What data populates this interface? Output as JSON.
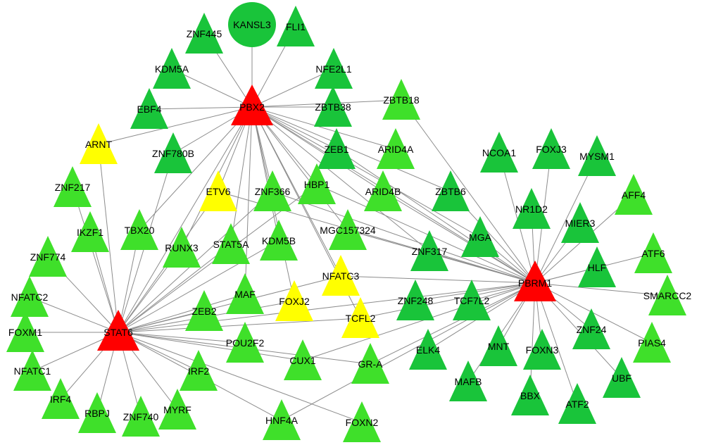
{
  "colors": {
    "hub": "#ff0000",
    "highlight": "#ffff00",
    "dark_green": "#19c43a",
    "light_green": "#3fe02a",
    "edge": "#8c8c8c"
  },
  "hubs": [
    "PBX2",
    "STAT6",
    "PBRM1"
  ],
  "nodes": [
    {
      "id": "PBX2",
      "kind": "hub"
    },
    {
      "id": "STAT6",
      "kind": "hub"
    },
    {
      "id": "PBRM1",
      "kind": "hub"
    },
    {
      "id": "KANSL3",
      "kind": "dark_green",
      "shape": "circle"
    },
    {
      "id": "FLI1",
      "kind": "dark_green"
    },
    {
      "id": "ZNF445",
      "kind": "dark_green"
    },
    {
      "id": "KDM5A",
      "kind": "dark_green"
    },
    {
      "id": "NFE2L1",
      "kind": "dark_green"
    },
    {
      "id": "EBF4",
      "kind": "dark_green"
    },
    {
      "id": "ZBTB38",
      "kind": "dark_green"
    },
    {
      "id": "ZBTB18",
      "kind": "light_green"
    },
    {
      "id": "ARNT",
      "kind": "highlight"
    },
    {
      "id": "ZNF780B",
      "kind": "dark_green"
    },
    {
      "id": "ZEB1",
      "kind": "dark_green"
    },
    {
      "id": "ARID4A",
      "kind": "light_green"
    },
    {
      "id": "ZNF217",
      "kind": "light_green"
    },
    {
      "id": "ETV6",
      "kind": "highlight"
    },
    {
      "id": "ZNF366",
      "kind": "light_green"
    },
    {
      "id": "HBP1",
      "kind": "light_green"
    },
    {
      "id": "ARID4B",
      "kind": "light_green"
    },
    {
      "id": "ZBTB6",
      "kind": "dark_green"
    },
    {
      "id": "IKZF1",
      "kind": "light_green"
    },
    {
      "id": "TBX20",
      "kind": "light_green"
    },
    {
      "id": "MGC157324",
      "kind": "light_green"
    },
    {
      "id": "MGA",
      "kind": "dark_green"
    },
    {
      "id": "ZNF774",
      "kind": "light_green"
    },
    {
      "id": "RUNX3",
      "kind": "light_green"
    },
    {
      "id": "STAT5A",
      "kind": "light_green"
    },
    {
      "id": "KDM5B",
      "kind": "light_green"
    },
    {
      "id": "ZNF317",
      "kind": "dark_green"
    },
    {
      "id": "NFATC3",
      "kind": "highlight"
    },
    {
      "id": "NFATC2",
      "kind": "light_green"
    },
    {
      "id": "MAF",
      "kind": "light_green"
    },
    {
      "id": "FOXJ2",
      "kind": "highlight"
    },
    {
      "id": "ZEB2",
      "kind": "light_green"
    },
    {
      "id": "TCFL2",
      "kind": "highlight"
    },
    {
      "id": "ZNF248",
      "kind": "dark_green"
    },
    {
      "id": "TCF7L2",
      "kind": "dark_green"
    },
    {
      "id": "FOXM1",
      "kind": "light_green"
    },
    {
      "id": "POU2F2",
      "kind": "light_green"
    },
    {
      "id": "CUX1",
      "kind": "light_green"
    },
    {
      "id": "GR-A",
      "kind": "light_green"
    },
    {
      "id": "ELK4",
      "kind": "dark_green"
    },
    {
      "id": "NFATC1",
      "kind": "light_green"
    },
    {
      "id": "IRF2",
      "kind": "light_green"
    },
    {
      "id": "IRF4",
      "kind": "light_green"
    },
    {
      "id": "RBPJ",
      "kind": "light_green"
    },
    {
      "id": "ZNF740",
      "kind": "light_green"
    },
    {
      "id": "MYRF",
      "kind": "light_green"
    },
    {
      "id": "HNF4A",
      "kind": "light_green"
    },
    {
      "id": "FOXN2",
      "kind": "light_green"
    },
    {
      "id": "NCOA1",
      "kind": "dark_green"
    },
    {
      "id": "FOXJ3",
      "kind": "dark_green"
    },
    {
      "id": "MYSM1",
      "kind": "dark_green"
    },
    {
      "id": "NR1D2",
      "kind": "dark_green"
    },
    {
      "id": "AFF4",
      "kind": "light_green"
    },
    {
      "id": "MIER3",
      "kind": "dark_green"
    },
    {
      "id": "ATF6",
      "kind": "light_green"
    },
    {
      "id": "HLF",
      "kind": "dark_green"
    },
    {
      "id": "SMARCC2",
      "kind": "light_green"
    },
    {
      "id": "ZNF24",
      "kind": "dark_green"
    },
    {
      "id": "PIAS4",
      "kind": "light_green"
    },
    {
      "id": "MNT",
      "kind": "dark_green"
    },
    {
      "id": "FOXN3",
      "kind": "dark_green"
    },
    {
      "id": "MAFB",
      "kind": "dark_green"
    },
    {
      "id": "BBX",
      "kind": "dark_green"
    },
    {
      "id": "ATF2",
      "kind": "dark_green"
    },
    {
      "id": "UBF",
      "kind": "dark_green"
    }
  ],
  "edges": [
    [
      "PBX2",
      "KANSL3"
    ],
    [
      "PBX2",
      "FLI1"
    ],
    [
      "PBX2",
      "ZNF445"
    ],
    [
      "PBX2",
      "KDM5A"
    ],
    [
      "PBX2",
      "NFE2L1"
    ],
    [
      "PBX2",
      "EBF4"
    ],
    [
      "PBX2",
      "ZBTB38"
    ],
    [
      "PBX2",
      "ZBTB18"
    ],
    [
      "PBX2",
      "ARNT"
    ],
    [
      "PBX2",
      "ZNF780B"
    ],
    [
      "PBX2",
      "ZEB1"
    ],
    [
      "PBX2",
      "ARID4A"
    ],
    [
      "PBX2",
      "ETV6"
    ],
    [
      "PBX2",
      "ZNF366"
    ],
    [
      "PBX2",
      "HBP1"
    ],
    [
      "PBX2",
      "ARID4B"
    ],
    [
      "PBX2",
      "ZBTB6"
    ],
    [
      "PBX2",
      "MGC157324"
    ],
    [
      "PBX2",
      "MGA"
    ],
    [
      "PBX2",
      "ZNF317"
    ],
    [
      "PBX2",
      "NFATC3"
    ],
    [
      "PBX2",
      "KDM5B"
    ],
    [
      "PBX2",
      "STAT5A"
    ],
    [
      "PBX2",
      "RUNX3"
    ],
    [
      "PBX2",
      "TBX20"
    ],
    [
      "PBX2",
      "STAT6"
    ],
    [
      "PBX2",
      "PBRM1"
    ],
    [
      "PBX2",
      "MAF"
    ],
    [
      "PBX2",
      "TCFL2"
    ],
    [
      "PBX2",
      "FOXJ2"
    ],
    [
      "STAT6",
      "ARNT"
    ],
    [
      "STAT6",
      "ZNF217"
    ],
    [
      "STAT6",
      "IKZF1"
    ],
    [
      "STAT6",
      "ZNF774"
    ],
    [
      "STAT6",
      "NFATC2"
    ],
    [
      "STAT6",
      "FOXM1"
    ],
    [
      "STAT6",
      "NFATC1"
    ],
    [
      "STAT6",
      "IRF4"
    ],
    [
      "STAT6",
      "RBPJ"
    ],
    [
      "STAT6",
      "ZNF740"
    ],
    [
      "STAT6",
      "MYRF"
    ],
    [
      "STAT6",
      "IRF2"
    ],
    [
      "STAT6",
      "POU2F2"
    ],
    [
      "STAT6",
      "CUX1"
    ],
    [
      "STAT6",
      "GR-A"
    ],
    [
      "STAT6",
      "FOXN2"
    ],
    [
      "STAT6",
      "HNF4A"
    ],
    [
      "STAT6",
      "ZEB2"
    ],
    [
      "STAT6",
      "MAF"
    ],
    [
      "STAT6",
      "FOXJ2"
    ],
    [
      "STAT6",
      "TCFL2"
    ],
    [
      "STAT6",
      "STAT5A"
    ],
    [
      "STAT6",
      "KDM5B"
    ],
    [
      "STAT6",
      "RUNX3"
    ],
    [
      "STAT6",
      "TBX20"
    ],
    [
      "STAT6",
      "ETV6"
    ],
    [
      "STAT6",
      "ZNF780B"
    ],
    [
      "STAT6",
      "ZNF366"
    ],
    [
      "STAT6",
      "HBP1"
    ],
    [
      "STAT6",
      "NFATC3"
    ],
    [
      "STAT6",
      "PBRM1"
    ],
    [
      "PBRM1",
      "NCOA1"
    ],
    [
      "PBRM1",
      "FOXJ3"
    ],
    [
      "PBRM1",
      "MYSM1"
    ],
    [
      "PBRM1",
      "NR1D2"
    ],
    [
      "PBRM1",
      "AFF4"
    ],
    [
      "PBRM1",
      "MIER3"
    ],
    [
      "PBRM1",
      "ATF6"
    ],
    [
      "PBRM1",
      "HLF"
    ],
    [
      "PBRM1",
      "SMARCC2"
    ],
    [
      "PBRM1",
      "ZNF24"
    ],
    [
      "PBRM1",
      "PIAS4"
    ],
    [
      "PBRM1",
      "UBF"
    ],
    [
      "PBRM1",
      "ATF2"
    ],
    [
      "PBRM1",
      "BBX"
    ],
    [
      "PBRM1",
      "FOXN3"
    ],
    [
      "PBRM1",
      "MNT"
    ],
    [
      "PBRM1",
      "MAFB"
    ],
    [
      "PBRM1",
      "ELK4"
    ],
    [
      "PBRM1",
      "TCF7L2"
    ],
    [
      "PBRM1",
      "ZNF248"
    ],
    [
      "PBRM1",
      "ZNF317"
    ],
    [
      "PBRM1",
      "MGA"
    ],
    [
      "PBRM1",
      "ZBTB6"
    ],
    [
      "PBRM1",
      "ZBTB18"
    ],
    [
      "PBRM1",
      "ZEB1"
    ],
    [
      "PBRM1",
      "HBP1"
    ],
    [
      "PBRM1",
      "MGC157324"
    ],
    [
      "PBRM1",
      "NFATC3"
    ],
    [
      "PBRM1",
      "TCFL2"
    ],
    [
      "PBRM1",
      "GR-A"
    ],
    [
      "PBRM1",
      "CUX1"
    ],
    [
      "PBRM1",
      "HNF4A"
    ],
    [
      "PBRM1",
      "ZNF366"
    ],
    [
      "PBRM1",
      "ETV6"
    ],
    [
      "PBRM1",
      "ARID4B"
    ]
  ]
}
